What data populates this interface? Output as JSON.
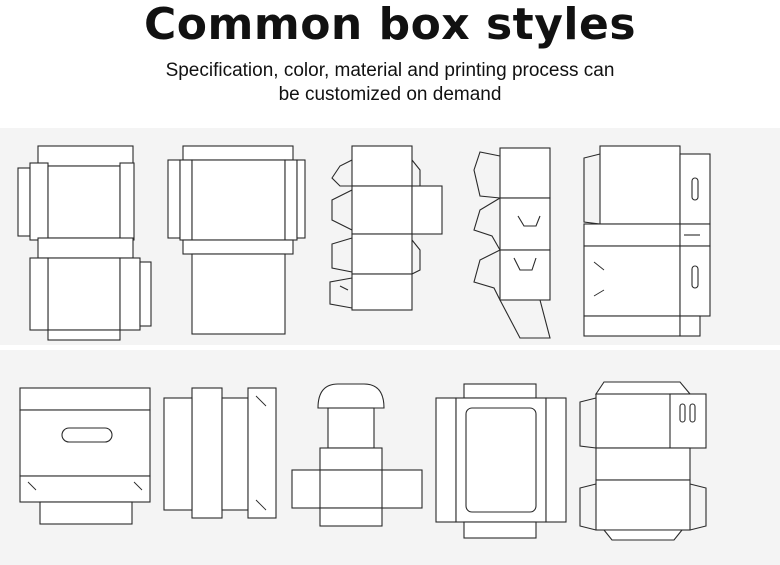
{
  "header": {
    "title": "Common box styles",
    "subtitle_line1": "Specification, color, material and printing process can",
    "subtitle_line2": "be customized on demand"
  },
  "colors": {
    "background": "#ffffff",
    "panel": "#f4f4f4",
    "line": "#2a2a2a",
    "text": "#111111"
  },
  "diagrams": [
    {
      "id": "box-style-1"
    },
    {
      "id": "box-style-2"
    },
    {
      "id": "box-style-3"
    },
    {
      "id": "box-style-4"
    },
    {
      "id": "box-style-5"
    },
    {
      "id": "box-style-6"
    },
    {
      "id": "box-style-7"
    },
    {
      "id": "box-style-8"
    },
    {
      "id": "box-style-9"
    },
    {
      "id": "box-style-10"
    }
  ]
}
